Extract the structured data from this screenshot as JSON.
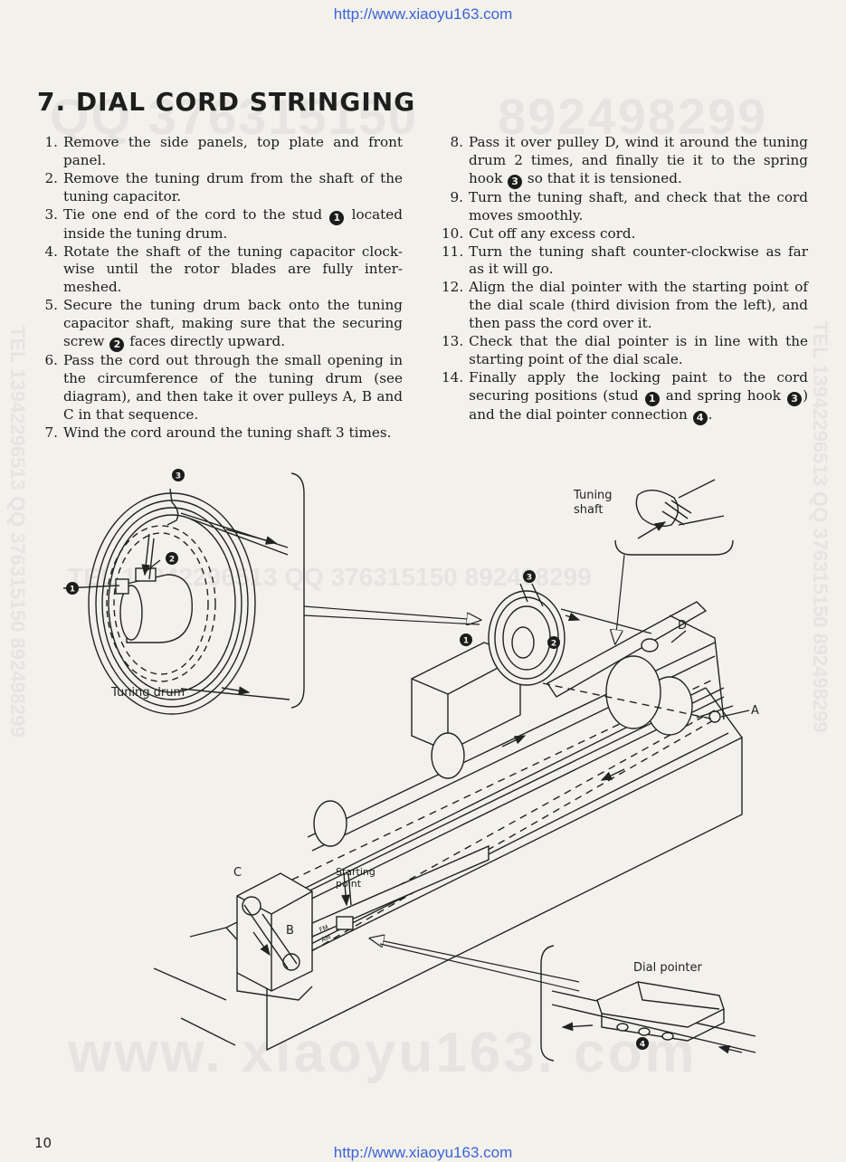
{
  "watermark": {
    "url": "http://www.xiaoyu163.com",
    "qq": "QQ 376315150",
    "qq2": "892498299",
    "site": "www. xiaoyu163. com",
    "tel": "TEL 13942296513  QQ 376315150  892498299",
    "mid": "TEL 13942296513       QQ 376315150   892498299"
  },
  "title": "7. DIAL CORD STRINGING",
  "steps_left": [
    {
      "n": "1.",
      "parts": [
        "Remove the side panels, top plate and front panel."
      ]
    },
    {
      "n": "2.",
      "parts": [
        "Remove the tuning drum from the shaft of the tuning capacitor."
      ]
    },
    {
      "n": "3.",
      "parts": [
        "Tie one end of the cord to the stud ",
        "1",
        " located inside the tuning drum."
      ]
    },
    {
      "n": "4.",
      "parts": [
        "Rotate the shaft of the tuning capacitor clock-wise until the rotor blades are fully inter-meshed."
      ]
    },
    {
      "n": "5.",
      "parts": [
        "Secure the tuning drum back onto the tuning capacitor shaft, making sure that the securing screw ",
        "2",
        " faces directly upward."
      ]
    },
    {
      "n": "6.",
      "parts": [
        "Pass the cord out through the small opening in the circumference of the tuning drum (see diagram), and then take it over pulleys A, B and C in that sequence."
      ]
    },
    {
      "n": "7.",
      "parts": [
        "Wind the cord around the tuning shaft 3 times."
      ]
    }
  ],
  "steps_right": [
    {
      "n": "8.",
      "parts": [
        "Pass it over pulley D, wind it around the tuning drum 2 times, and finally tie it to the spring hook ",
        "3",
        " so that it is tensioned."
      ]
    },
    {
      "n": "9.",
      "parts": [
        "Turn the tuning shaft, and check that the cord moves smoothly."
      ]
    },
    {
      "n": "10.",
      "parts": [
        "Cut off any excess cord."
      ]
    },
    {
      "n": "11.",
      "parts": [
        "Turn the tuning shaft counter-clockwise as far as it will go."
      ]
    },
    {
      "n": "12.",
      "parts": [
        "Align the dial pointer with the starting point of the dial scale (third division from the left), and then pass the cord over it."
      ]
    },
    {
      "n": "13.",
      "parts": [
        "Check that the dial pointer is in line with the starting point of the dial scale."
      ]
    },
    {
      "n": "14.",
      "parts": [
        "Finally apply the locking paint to the cord securing positions (stud ",
        "1",
        " and spring hook ",
        "3",
        ") and the dial pointer connection ",
        "4",
        "."
      ]
    }
  ],
  "diagram": {
    "tuning_drum": "Tuning drum",
    "tuning_shaft_1": "Tuning",
    "tuning_shaft_2": "shaft",
    "starting_point_1": "Starting",
    "starting_point_2": "point",
    "dial_pointer": "Dial pointer",
    "pulley_a": "A",
    "pulley_b": "B",
    "pulley_c": "C",
    "pulley_d": "D",
    "scale_fm": "FM",
    "scale_am": "AM",
    "n1": "1",
    "n2": "2",
    "n3": "3",
    "n4": "4"
  },
  "page_number": "10"
}
